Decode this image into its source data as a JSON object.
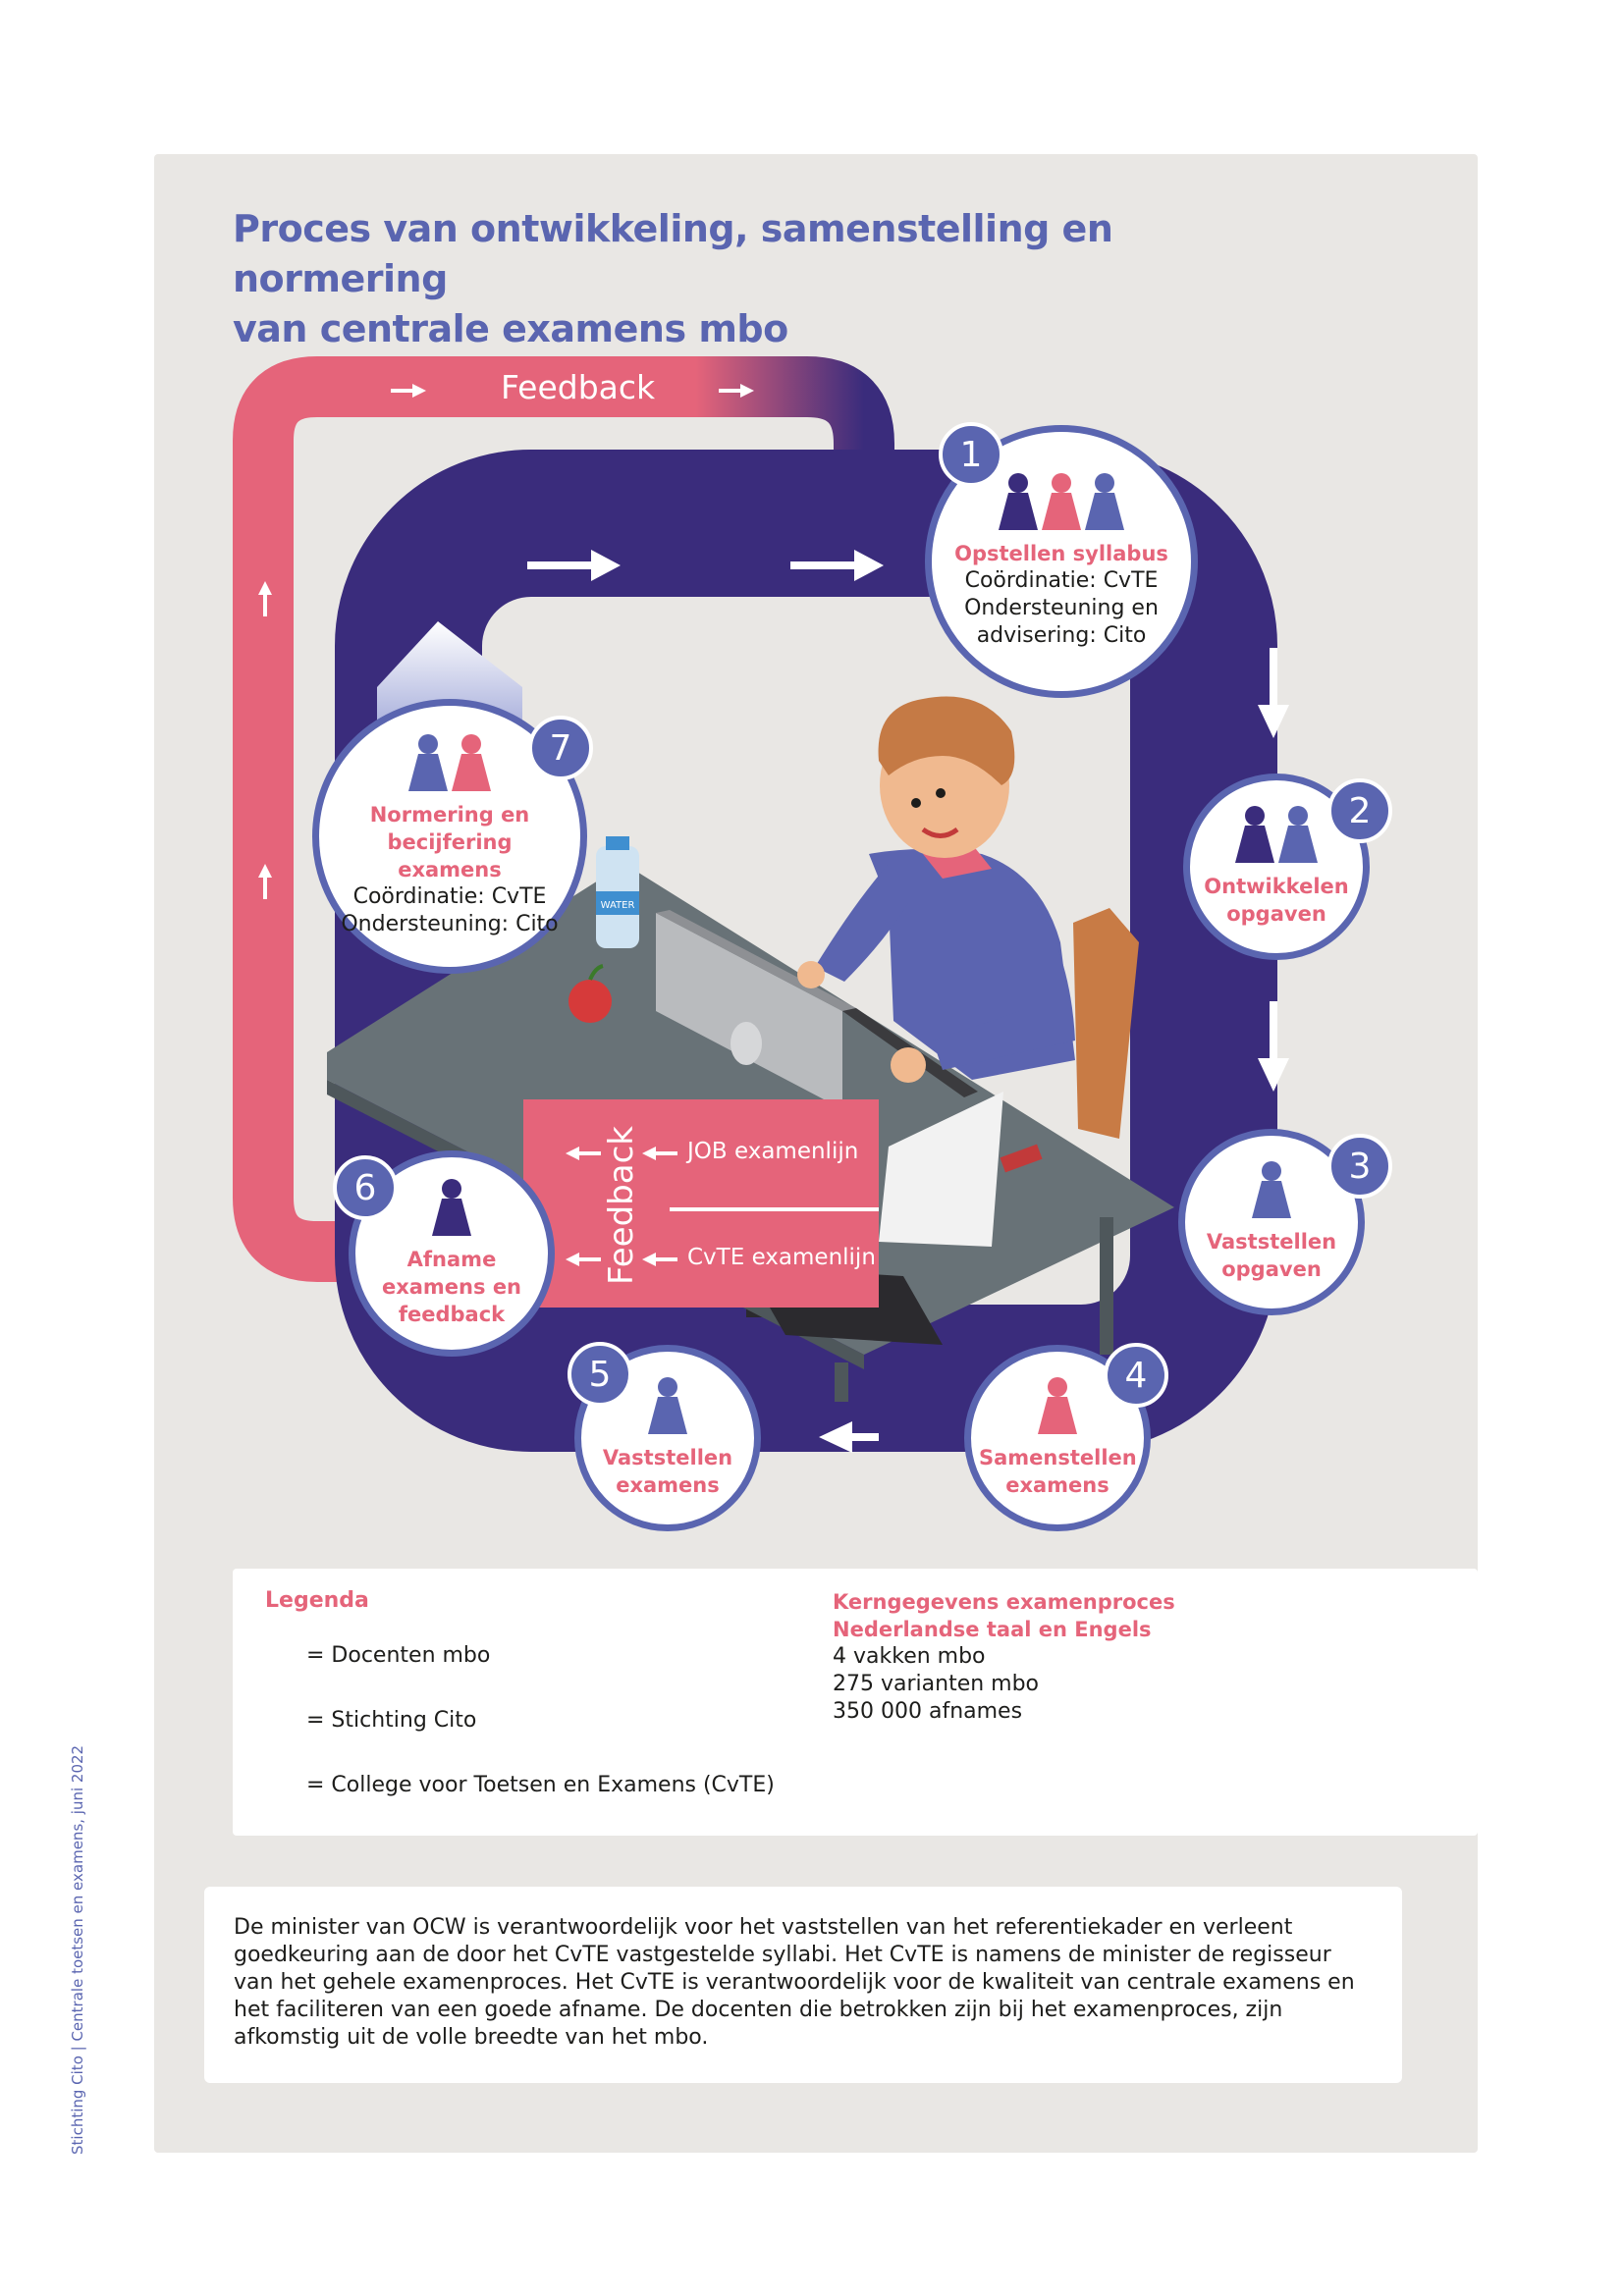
{
  "title_line1": "Proces van ontwikkeling, samenstelling en normering",
  "title_line2": "van centrale examens mbo",
  "colors": {
    "navy": "#3a2c7c",
    "pink": "#e5647a",
    "blue": "#5a65b0",
    "panel": "#e9e7e4"
  },
  "feedback_top": "Feedback",
  "feedback_box": {
    "label": "Feedback",
    "line1": "JOB examenlijn",
    "line2": "CvTE examenlijn"
  },
  "steps": [
    {
      "number": "1",
      "title": "Opstellen syllabus",
      "lines": [
        "Coördinatie: CvTE",
        "Ondersteuning en",
        "advisering: Cito"
      ],
      "pawns": [
        "docent",
        "cito",
        "cvte"
      ]
    },
    {
      "number": "2",
      "title": "Ontwikkelen opgaven",
      "lines": [],
      "pawns": [
        "docent",
        "cvte"
      ]
    },
    {
      "number": "3",
      "title": "Vaststellen opgaven",
      "lines": [],
      "pawns": [
        "cvte"
      ]
    },
    {
      "number": "4",
      "title": "Samenstellen examens",
      "lines": [],
      "pawns": [
        "cito"
      ]
    },
    {
      "number": "5",
      "title": "Vaststellen examens",
      "lines": [],
      "pawns": [
        "cvte"
      ]
    },
    {
      "number": "6",
      "title": "Afname examens en feedback",
      "lines": [],
      "pawns": [
        "docent"
      ]
    },
    {
      "number": "7",
      "title": "Normering en becijfering examens",
      "lines": [
        "Coördinatie: CvTE",
        "Ondersteuning: Cito"
      ],
      "pawns": [
        "cvte",
        "cito"
      ]
    }
  ],
  "illustration": {
    "bottle_label": "WATER"
  },
  "legend": {
    "title": "Legenda",
    "items": [
      {
        "key": "docent",
        "label": "= Docenten mbo"
      },
      {
        "key": "cito",
        "label": "= Stichting Cito"
      },
      {
        "key": "cvte",
        "label": "= College voor Toetsen en Examens (CvTE)"
      }
    ]
  },
  "kerngegevens": {
    "title_line1": "Kerngegevens examenproces",
    "title_line2": "Nederlandse taal en Engels",
    "lines": [
      "4 vakken mbo",
      "275 varianten mbo",
      "350 000 afnames"
    ]
  },
  "note": "De minister van OCW is verantwoordelijk voor het vaststellen van het referentiekader en verleent goedkeuring aan de door het CvTE vastgestelde syllabi. Het CvTE is namens de minister de regisseur van het gehele examenproces. Het CvTE is verantwoordelijk voor de kwaliteit van centrale examens en het faciliteren van een goede afname. De docenten die betrokken zijn bij het examenproces, zijn afkomstig uit de volle breedte van het mbo.",
  "footer_side": "Stichting Cito | Centrale toetsen en examens, juni 2022"
}
